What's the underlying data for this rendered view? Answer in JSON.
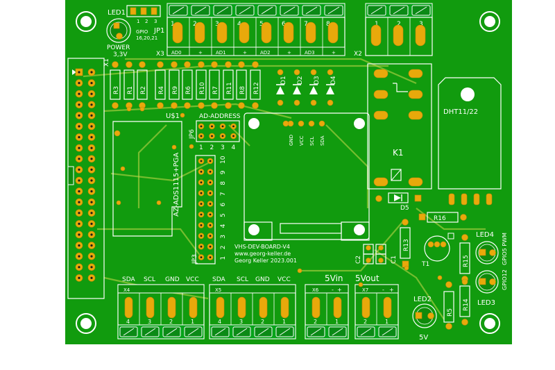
{
  "board": {
    "colors": {
      "pcb": "#119b0e",
      "silk": "#ffffff",
      "pad": "#e8a90b",
      "outline": "#ffffff"
    }
  },
  "labels": {
    "led1": "LED1",
    "led1_pins": [
      "1",
      "2",
      "3"
    ],
    "jp1": "JP1",
    "gpio_note_1": "GPIO",
    "gpio_note_2": "16,20,21",
    "power_1": "POWER",
    "power_2": "3,3V",
    "x3": "X3",
    "x3_top_nums": [
      "1",
      "2",
      "3",
      "4",
      "5",
      "6",
      "7",
      "8"
    ],
    "x3_channels": [
      "AD0",
      "+",
      "AD1",
      "+",
      "AD2",
      "+",
      "AD3",
      "+"
    ],
    "x2": "X2",
    "x2_nums": [
      "1",
      "2",
      "3"
    ],
    "x1": "X1",
    "resistors": [
      "R3",
      "R1",
      "R2",
      "R4",
      "R9",
      "R6",
      "R10",
      "R7",
      "R11",
      "R8",
      "R12"
    ],
    "diodes": [
      "D1",
      "D2",
      "D3",
      "D4"
    ],
    "us1": "U$1",
    "ad_address": "AD-ADDRESS",
    "jp6": "JP6",
    "jp6_nums": [
      "1",
      "2",
      "3",
      "4"
    ],
    "ads_module": "AZ-ADS1115+PGA",
    "jp3": "JP3",
    "jp3_nums": [
      "10",
      "9",
      "8",
      "7",
      "6",
      "5",
      "4",
      "3",
      "2",
      "1"
    ],
    "oled_pins": [
      "GND",
      "VCC",
      "SCL",
      "SDA"
    ],
    "k1": "K1",
    "dht": "DHT11/22",
    "d5": "D5",
    "r16": "R16",
    "r13": "R13",
    "t1": "T1",
    "r15": "R15",
    "led4": "LED4",
    "gpio05": "GPIO5 PWM",
    "gpio12": "GPIO12",
    "led3": "LED3",
    "r14": "R14",
    "r5": "R5",
    "led2": "LED2",
    "v5": "5V",
    "c2": "C2",
    "c1": "C1",
    "credit_1": "VHS-DEV-BOARD-V4",
    "credit_2": "www.georg-keller.de",
    "credit_3": "Georg Keller 2023.001",
    "i2c_left_labels": [
      "SDA",
      "SCL",
      "GND",
      "VCC"
    ],
    "x4": "X4",
    "x4_nums": [
      "4",
      "3",
      "2",
      "1"
    ],
    "i2c_right_labels": [
      "SDA",
      "SCL",
      "GND",
      "VCC"
    ],
    "x5": "X5",
    "x5_nums": [
      "4",
      "3",
      "2",
      "1"
    ],
    "vin": "5Vin",
    "x6": "X6",
    "x6_nums": [
      "2",
      "1"
    ],
    "vout": "5Vout",
    "x7": "X7",
    "x7_nums": [
      "2",
      "1"
    ],
    "minus": "-",
    "plus": "+"
  }
}
